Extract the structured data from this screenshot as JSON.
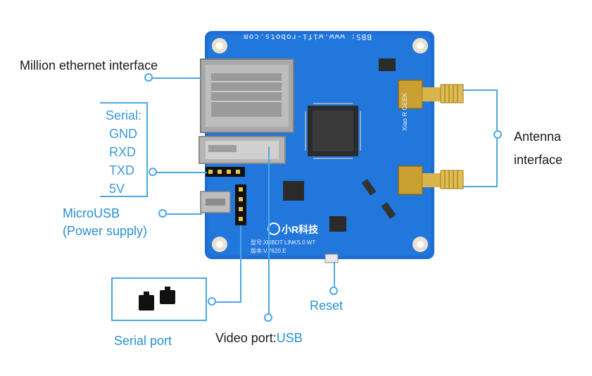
{
  "labels": {
    "ethernet": "Million ethernet interface",
    "serial_title": "Serial:",
    "serial_pins": [
      "GND",
      "RXD",
      "TXD",
      "5V"
    ],
    "microusb_line1": "MicroUSB",
    "microusb_line2": "(Power supply)",
    "antenna_line1": "Antenna",
    "antenna_line2": "interface",
    "serial_port": "Serial port",
    "video_prefix": "Video port:",
    "video_suffix": "USB",
    "reset": "Reset"
  },
  "board_text": {
    "top": "BBS: www.wifi-robots.com",
    "logo": "小R科技",
    "model": "型号:XRBOT LINKS.0 WT",
    "version": "版本:V.7620.E",
    "brand_side": "Xiao R GEEK"
  },
  "colors": {
    "board": "#1f6ed4",
    "accent": "#4aa9e2",
    "metal": "#b8b8b8",
    "gold": "#d4a017"
  }
}
